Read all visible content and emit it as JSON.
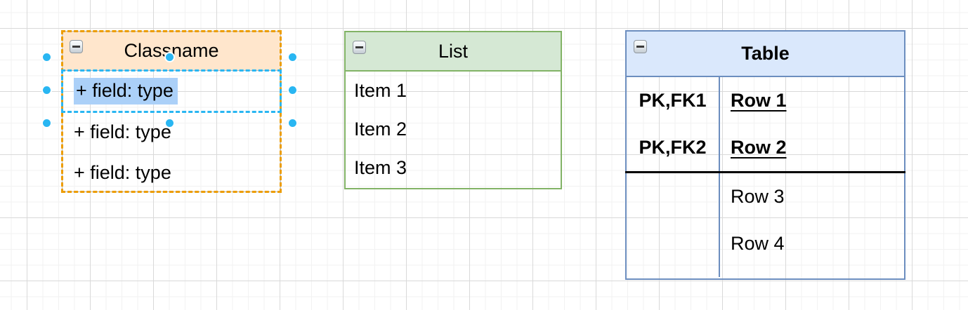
{
  "canvas": {
    "background": "#ffffff",
    "grid_minor_color": "#f2f2f2",
    "grid_major_color": "#d9d9d9"
  },
  "class_shape": {
    "title": "Classname",
    "fields": [
      "+ field: type",
      "+ field: type",
      "+ field: type"
    ],
    "header_fill": "#ffe6cc",
    "selected_field_index": 0,
    "selection": {
      "shape_outline_color": "#ed9d00",
      "row_outline_color": "#29b6f2",
      "handle_color": "#29b6f2",
      "text_selection_color": "#abd0f8",
      "handle_count": 8
    },
    "collapse_icon": "minus"
  },
  "list_shape": {
    "title": "List",
    "items": [
      "Item 1",
      "Item 2",
      "Item 3"
    ],
    "header_fill": "#d5e8d4",
    "border_color": "#82b366",
    "collapse_icon": "minus"
  },
  "table_shape": {
    "title": "Table",
    "header_fill": "#dae8fc",
    "border_color": "#6c8ebf",
    "key_rows": [
      {
        "key": "PK,FK1",
        "value": "Row 1"
      },
      {
        "key": "PK,FK2",
        "value": "Row 2"
      }
    ],
    "rows": [
      "Row 3",
      "Row 4"
    ],
    "collapse_icon": "minus"
  }
}
